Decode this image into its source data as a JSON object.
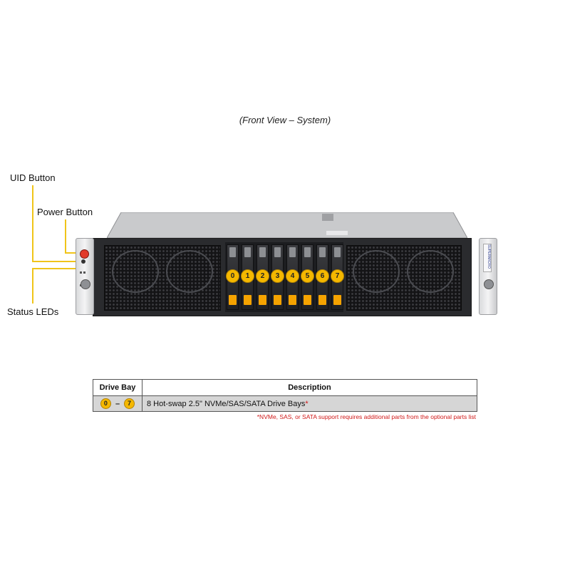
{
  "caption": "(Front View – System)",
  "callouts": {
    "uid_button": "UID Button",
    "power_button": "Power Button",
    "status_leds": "Status LEDs"
  },
  "drive_bays": [
    "0",
    "1",
    "2",
    "3",
    "4",
    "5",
    "6",
    "7"
  ],
  "brand_tag": "SUPERMICRO",
  "colors": {
    "callout_line": "#f0c419",
    "bay_badge": "#f5b800",
    "bay_latch": "#f5a300",
    "footnote": "#d01818",
    "table_row": "#d6d6d6"
  },
  "table": {
    "headers": {
      "drive_bay": "Drive Bay",
      "description": "Description"
    },
    "row": {
      "bay_from": "0",
      "range_separator": "–",
      "bay_to": "7",
      "description": "8 Hot-swap 2.5\" NVMe/SAS/SATA Drive Bays",
      "asterisk": "*"
    },
    "footnote": "*NVMe, SAS, or SATA support requires additional parts from the optional parts list"
  }
}
